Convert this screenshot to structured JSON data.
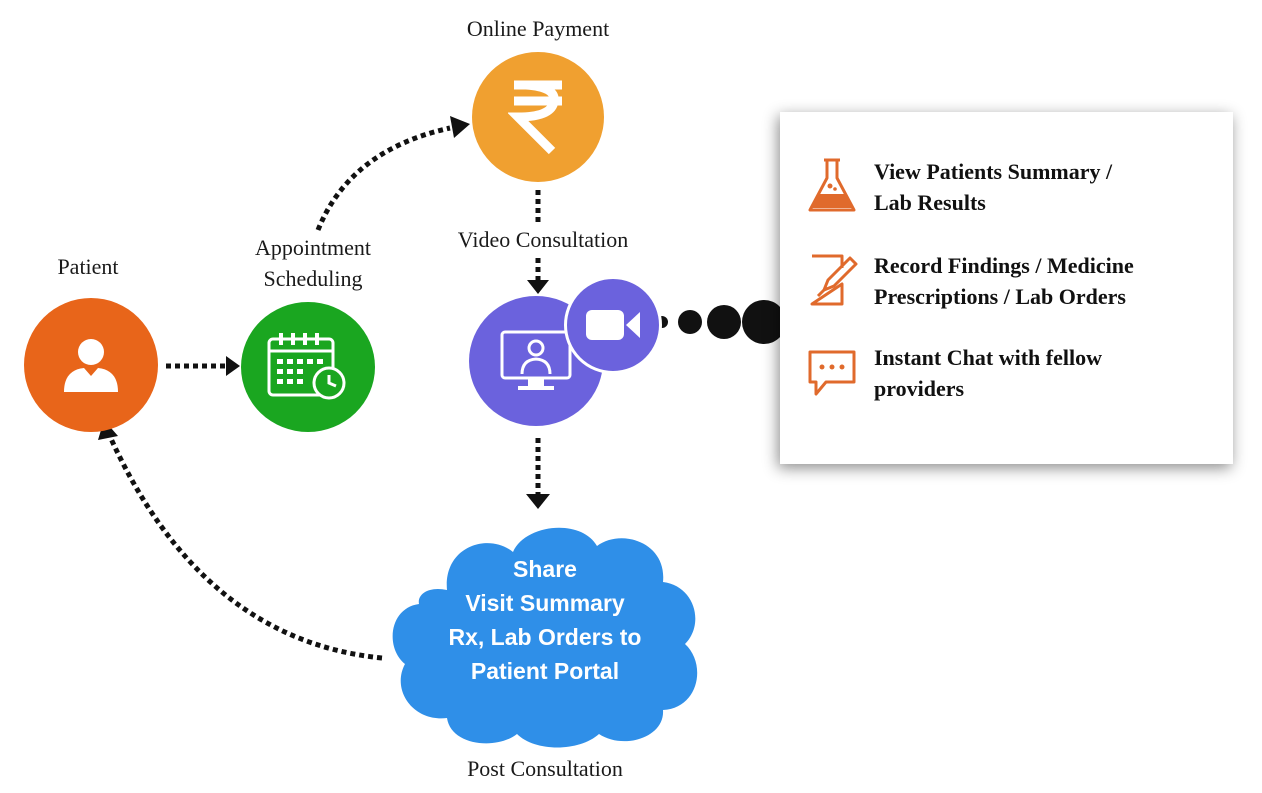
{
  "nodes": {
    "patient": {
      "label": "Patient",
      "color": "#e8651a",
      "icon": "person-icon"
    },
    "appointment": {
      "label_line1": "Appointment",
      "label_line2": "Scheduling",
      "color": "#1aa620",
      "icon": "calendar-clock-icon"
    },
    "payment": {
      "label": "Online Payment",
      "color": "#f0a030",
      "icon": "rupee-icon"
    },
    "video": {
      "label": "Video Consultation",
      "color": "#6b62dd",
      "icon": "doctor-monitor-icon",
      "badge_icon": "video-camera-icon"
    },
    "post": {
      "label": "Post Consultation",
      "color": "#2f8fe8",
      "lines": [
        "Share",
        "Visit Summary",
        "Rx, Lab Orders to",
        "Patient Portal"
      ]
    }
  },
  "features": [
    {
      "icon": "flask-icon",
      "line1": "View Patients Summary /",
      "line2": "Lab Results"
    },
    {
      "icon": "edit-document-icon",
      "line1": "Record Findings / Medicine",
      "line2": "Prescriptions / Lab Orders"
    },
    {
      "icon": "chat-bubble-icon",
      "line1": "Instant Chat with fellow",
      "line2": "providers"
    }
  ],
  "colors": {
    "accent_orange": "#e06a2c",
    "connector": "#111111"
  }
}
